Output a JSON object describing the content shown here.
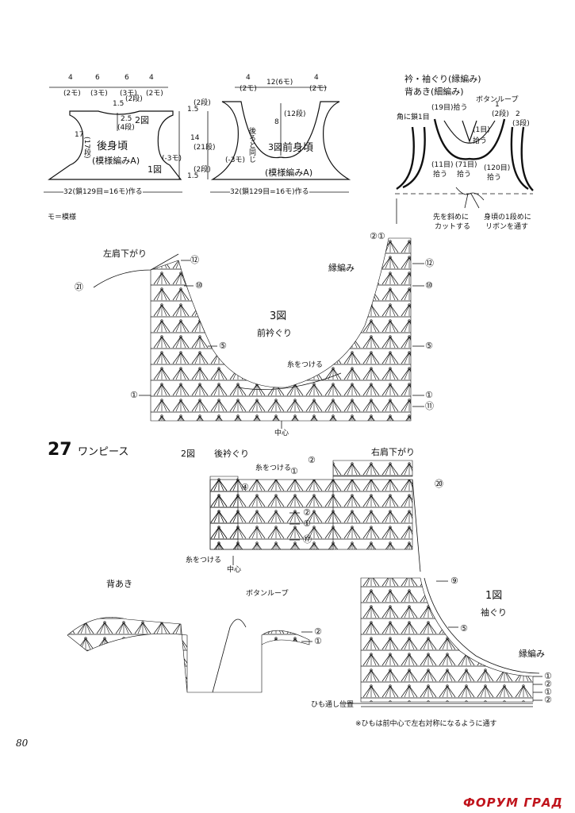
{
  "page": {
    "number": "80",
    "watermark": "ФОРУМ ГРАД",
    "pattern_number": "27",
    "pattern_title": "ワンピース",
    "legend": "モ＝模様"
  },
  "back_body": {
    "title": "後身頃",
    "subtitle": "(模様編みA)",
    "top_dims": [
      "4",
      "6",
      "6",
      "4"
    ],
    "top_dims_sub": [
      "(2モ)",
      "(3モ)",
      "(3モ)",
      "(2モ)"
    ],
    "neck_label": "1.5",
    "neck_rows": "(2段)",
    "neck_depth": "2.5",
    "neck_depth_rows": "(4段)",
    "fig_ref": "2図",
    "side_height": "17",
    "side_rows": "(17段)",
    "armhole_ref": "1図",
    "side_note": "(-3モ)",
    "bottom_dim": "32(鎖129目=16モ)作る"
  },
  "front_body": {
    "title": "前身頃",
    "subtitle": "(模様編みA)",
    "top_dims": [
      "4",
      "12(6モ)",
      "4"
    ],
    "top_dims_sub": [
      "(2モ)",
      "(2モ)"
    ],
    "neck_depth": "8",
    "neck_rows": "(12段)",
    "armhole_note": "後ろと同じ",
    "side_note": "(-3モ)",
    "fig_ref": "3図",
    "left_dims": [
      "1.5",
      "(2段)",
      "14",
      "(21段)",
      "1.5",
      "(2段)"
    ],
    "bottom_dim": "32(鎖129目=16モ)作る"
  },
  "assembly": {
    "title": "衿・袖ぐり(縁編み)",
    "subtitle": "背あき(細編み)",
    "button_loop": "ボタンループ",
    "pick_19": "(19目)拾う",
    "corner": "角に鎖1目",
    "pick_1": "(1目)",
    "pick_1b": "拾う",
    "pick_11": "(11目)",
    "pick_11b": "拾う",
    "pick_71": "(71目)",
    "pick_71b": "拾う",
    "pick_120": "(120目)",
    "pick_120b": "拾う",
    "neck_dim": "1",
    "neck_dim_rows": "(2段)",
    "side_dim": "2",
    "side_dim_rows": "(3段)",
    "cut_note_1": "先を斜めに",
    "cut_note_2": "カットする",
    "ribbon_note_1": "身頃の1段めに",
    "ribbon_note_2": "リボンを通す"
  },
  "fig3": {
    "title": "3図",
    "subtitle": "前衿ぐり",
    "left_shoulder": "左肩下がり",
    "edging": "縁編み",
    "attach_yarn": "糸をつける",
    "center": "中心",
    "rows": [
      "⑫",
      "⑩",
      "⑤",
      "①",
      "⑪",
      "㉑",
      "②①"
    ]
  },
  "fig2": {
    "title": "2図",
    "subtitle": "後衿ぐり",
    "right_shoulder": "右肩下がり",
    "attach_yarn": "糸をつける",
    "attach_yarn_2": "糸をつける",
    "center": "中心",
    "rows": [
      "②",
      "①",
      "②",
      "①",
      "⑰",
      "⑳",
      "④"
    ]
  },
  "back_opening": {
    "title": "背あき",
    "button_loop": "ボタンループ",
    "rows": [
      "②",
      "①"
    ]
  },
  "fig1": {
    "title": "1図",
    "subtitle": "袖ぐり",
    "edging": "縁編み",
    "rows": [
      "⑨",
      "⑤",
      "①",
      "②",
      "①",
      "②"
    ],
    "tie_position": "ひも通し位置",
    "note": "※ひもは前中心で左右対称になるように通す"
  },
  "colors": {
    "ink": "#111111",
    "watermark": "#c0141c"
  }
}
